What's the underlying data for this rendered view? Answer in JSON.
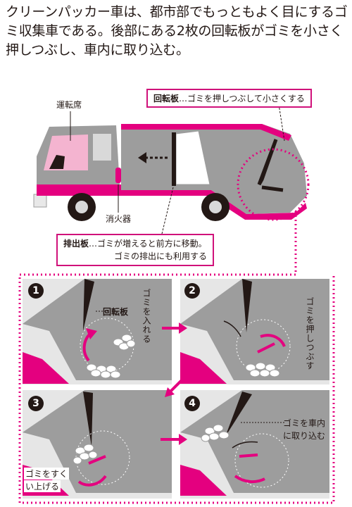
{
  "intro_text": "クリーンパッカー車は、都市部でもっともよく目にするゴミ収集車である。後部にある2枚の回転板がゴミを小さく押しつぶし、車内に取り込む。",
  "labels": {
    "cab": "運転席",
    "extinguisher": "消火器"
  },
  "callouts": {
    "rotating_plate": {
      "term": "回転板",
      "desc": "…ゴミを押しつぶして小さくする"
    },
    "ejector_plate": {
      "term": "排出板",
      "desc_line1": "…ゴミが増えると前方に移動。",
      "desc_line2": "ゴミの排出にも利用する"
    }
  },
  "steps": [
    {
      "num": "1",
      "label_plate": "回転板",
      "caption": "ゴミを入れる"
    },
    {
      "num": "2",
      "caption": "ゴミを押しつぶす"
    },
    {
      "num": "3",
      "caption_line1": "ゴミをすく",
      "caption_line2": "い上げる"
    },
    {
      "num": "4",
      "caption_line1": "ゴミを車内",
      "caption_line2": "に取り込む"
    }
  ],
  "colors": {
    "pink": "#e4007f",
    "light_pink": "#f4b4d0",
    "gray": "#9d9d9d",
    "light_gray": "#d9d9d9",
    "panel_bg": "#e6e6e6",
    "dark": "#231815"
  }
}
